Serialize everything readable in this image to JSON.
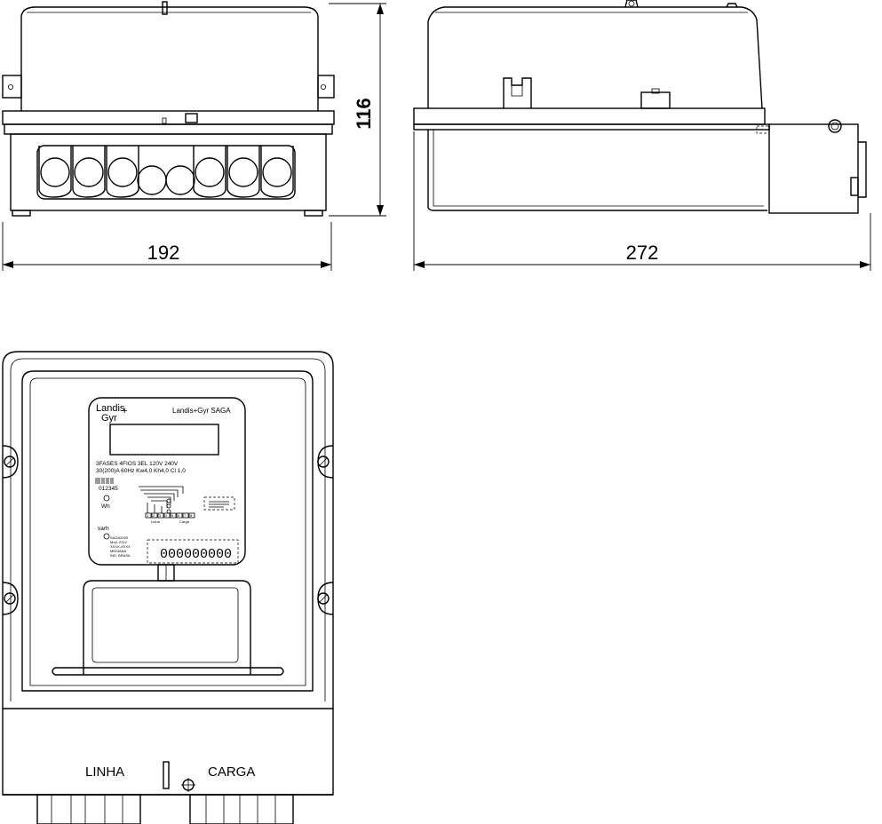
{
  "dimensions": {
    "width_front": "192",
    "depth_side": "272",
    "height": "116"
  },
  "terminal_labels": {
    "line": "LINHA",
    "load": "CARGA"
  },
  "nameplate": {
    "brand_line1": "Landis",
    "brand_line2": "Gyr",
    "brand_plus": "+",
    "model": "Landis+Gyr SAGA",
    "spec_line1": "3FASES  4FIOS  3EL  120V  240V",
    "spec_line2": "30(200)A  60Hz  Kw4,0  Kh4,0  Cl 1,0",
    "id_number": "012345",
    "wh_label": "Wh",
    "varh_label": "varh",
    "info_lines": [
      "SAGA2000",
      "Mod. 2312",
      "XXXX-XXXX",
      "MEDIANA",
      "IND. BRASIL"
    ],
    "diagram_line_label": "Linha",
    "diagram_load_label": "Carga",
    "diagram_terminals": [
      "1",
      "2",
      "3",
      "4",
      "5",
      "6",
      "7",
      "8"
    ],
    "serial": "000000000"
  }
}
